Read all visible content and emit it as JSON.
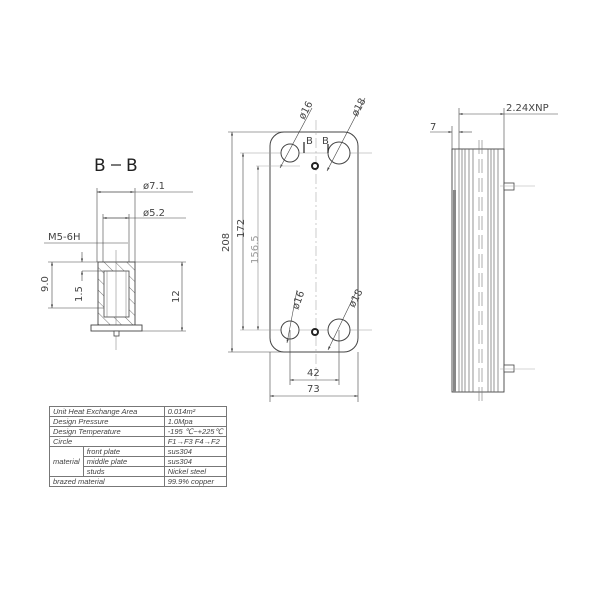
{
  "section_view": {
    "title": "B — B",
    "title_left": "B",
    "title_right": "B",
    "dims": {
      "outer_diameter": "ø7.1",
      "inner_diameter": "ø5.2",
      "thread": "M5-6H",
      "depth_total": "9.0",
      "depth_small": "1.5",
      "height": "12"
    }
  },
  "front_view": {
    "dims": {
      "port_top_left": "ø16",
      "port_top_right": "ø18",
      "port_bottom_left": "ø16",
      "port_bottom_right": "ø18",
      "overall_height": "208",
      "port_center_distance": "172",
      "inner_distance": "156.5",
      "port_horizontal_distance": "42",
      "overall_width": "73"
    },
    "section_marks": [
      "B",
      "B"
    ]
  },
  "side_view": {
    "dims": {
      "plate_thickness": "7",
      "stack_length": "2.24XNP"
    }
  },
  "spec_table": {
    "rows": [
      {
        "label": "Unit Heat Exchange Area",
        "value": "0.014m²"
      },
      {
        "label": "Design Pressure",
        "value": "1.0Mpa"
      },
      {
        "label": "Design Temperature",
        "value": "-195 ℃~+225℃"
      },
      {
        "label": "Circle",
        "value": "F1→F3   F4→F2"
      }
    ],
    "material": {
      "group_label": "material",
      "items": [
        {
          "label": "front plate",
          "value": "sus304"
        },
        {
          "label": "middle plate",
          "value": "sus304"
        },
        {
          "label": "studs",
          "value": "Nickel steel"
        }
      ]
    },
    "brazed": {
      "label": "brazed material",
      "value": "99.9% copper"
    }
  },
  "colors": {
    "line": "#444444",
    "light_line": "#999999",
    "hatch": "#777777",
    "background": "#ffffff"
  }
}
